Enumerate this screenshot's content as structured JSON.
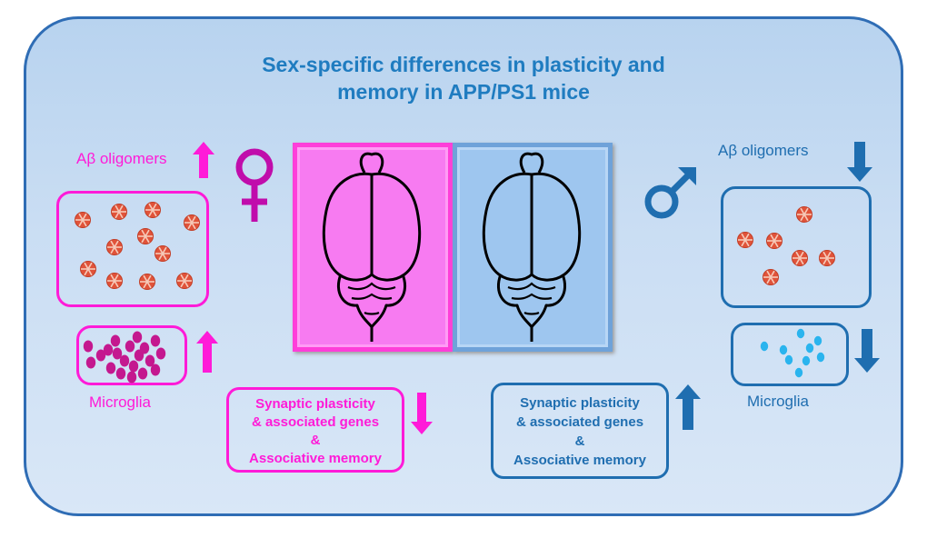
{
  "title": {
    "line1": "Sex-specific differences  in  plasticity and",
    "line2": "memory in APP/PS1 mice"
  },
  "female": {
    "abeta_label": "Aβ oligomers",
    "microglia_label": "Microglia",
    "outcome": {
      "line1": "Synaptic plasticity",
      "line2": "& associated genes",
      "line3": "&",
      "line4": "Associative memory"
    },
    "color": "#ff1bd8",
    "abeta_trend": "up",
    "microglia_trend": "up",
    "outcome_trend": "down"
  },
  "male": {
    "abeta_label": "Aβ oligomers",
    "microglia_label": "Microglia",
    "outcome": {
      "line1": "Synaptic plasticity",
      "line2": "& associated genes",
      "line3": "&",
      "line4": "Associative memory"
    },
    "color": "#1f6eb0",
    "abeta_trend": "down",
    "microglia_trend": "down",
    "outcome_trend": "up"
  },
  "icons": [
    "female-symbol-icon",
    "male-symbol-icon",
    "brain-icon",
    "up-arrow-icon",
    "down-arrow-icon",
    "plaque-icon",
    "microglia-cell-icon"
  ]
}
